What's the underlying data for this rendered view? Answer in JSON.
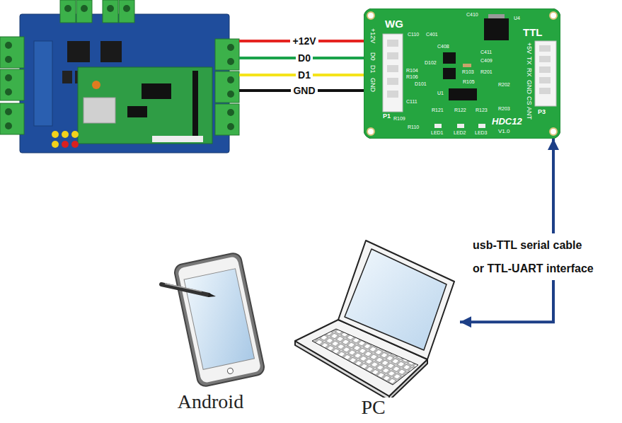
{
  "diagram": {
    "nodes": [
      {
        "text": [
          "WG",
          "TTL",
          "+12V",
          "D0",
          "D1",
          "GND",
          "+5V",
          "TX",
          "RX",
          "GND",
          "CS",
          "ANT",
          "P1",
          "P3",
          "HDC12",
          "V1.0",
          "LED1",
          "LED2",
          "LED3",
          "U4",
          "C410",
          "C110",
          "C401",
          "C408",
          "D102",
          "C411",
          "C409",
          "R103",
          "R201",
          "R104",
          "R106",
          "D101",
          "R105",
          "R202",
          "U1",
          "C111",
          "R121",
          "R122",
          "R123",
          "R203",
          "R109",
          "R110"
        ]
      },
      {
        "text": [
          "Android"
        ]
      },
      {
        "text": [
          "PC"
        ]
      }
    ],
    "edges": [
      {
        "from": 0,
        "to": 2,
        "arrow": "both",
        "label": "usb-TTL serial cable or TTL-UART interface"
      }
    ],
    "labels": [
      "+12V",
      "D0",
      "D1",
      "GND"
    ]
  }
}
